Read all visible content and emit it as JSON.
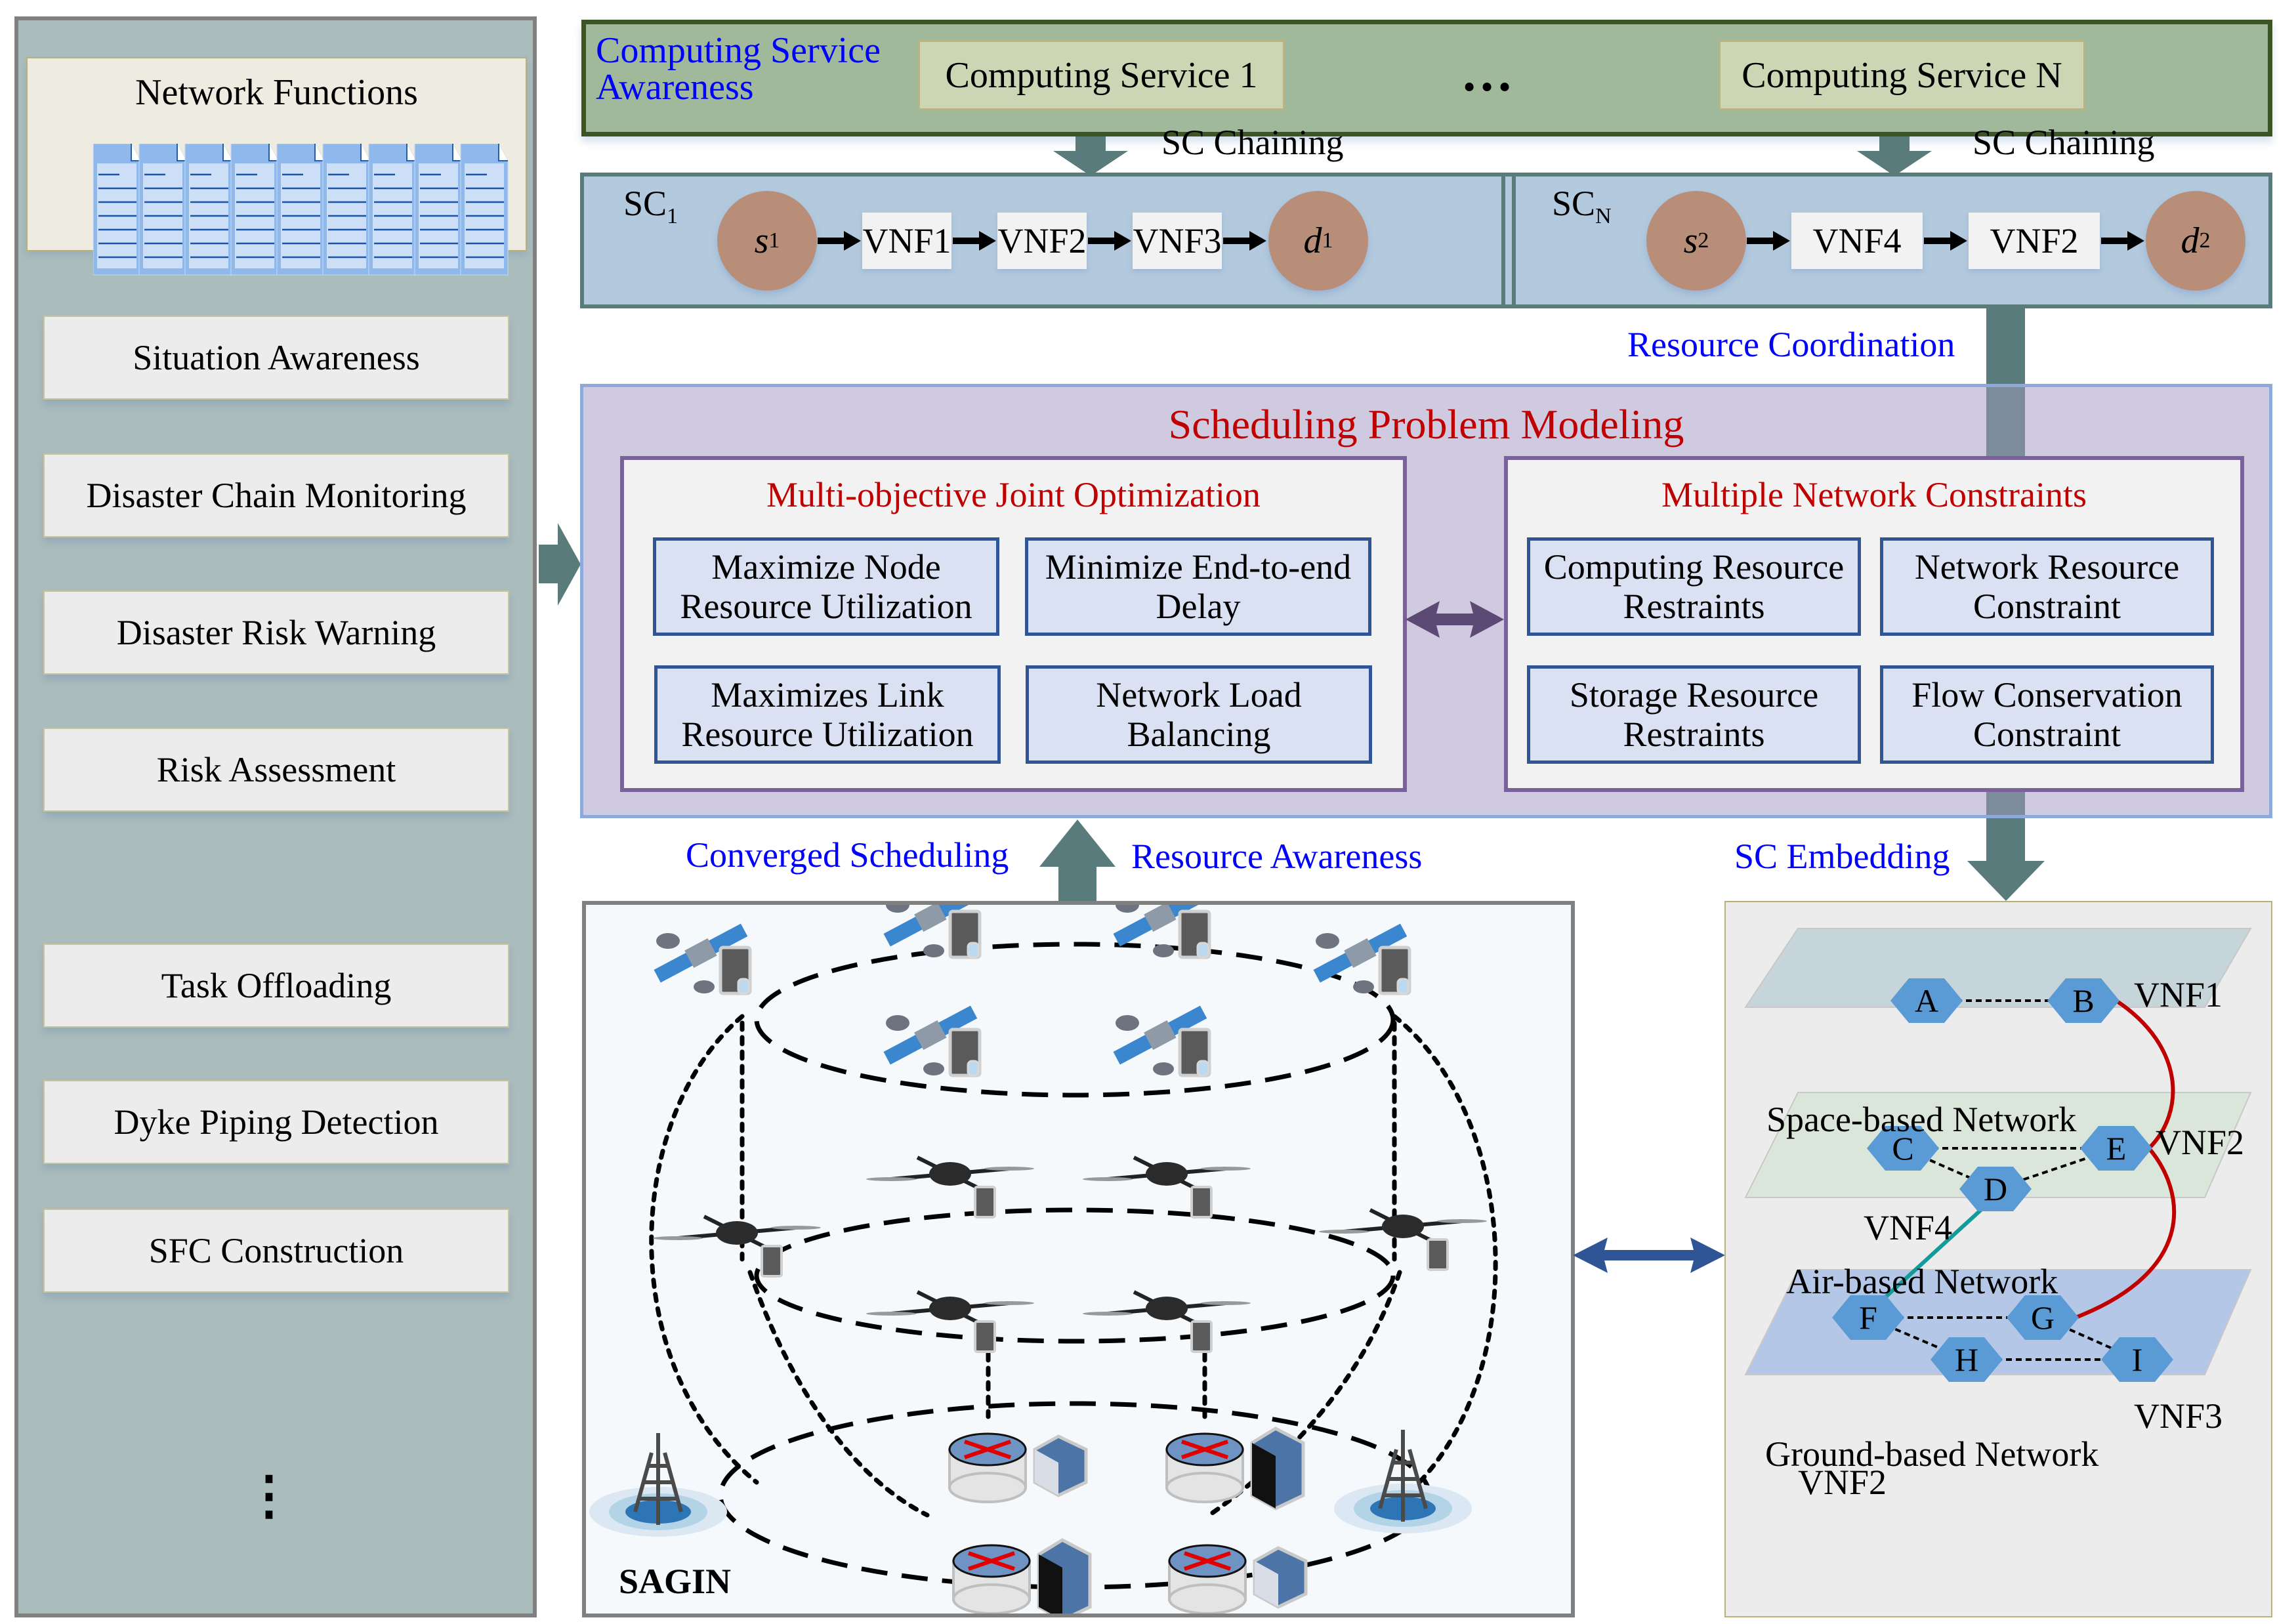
{
  "sidebar": {
    "title": "Network Functions",
    "doc_icon_count": 9,
    "items": [
      {
        "label": "Situation Awareness"
      },
      {
        "label": "Disaster Chain Monitoring"
      },
      {
        "label": "Disaster Risk Warning"
      },
      {
        "label": "Risk Assessment"
      },
      {
        "label": "Task Offloading"
      },
      {
        "label": "Dyke Piping Detection"
      },
      {
        "label": "SFC Construction"
      }
    ],
    "more": "⋮"
  },
  "header": {
    "label": "Computing Service Awareness",
    "services": [
      "Computing Service 1",
      "Computing Service N"
    ],
    "ellipsis": "…"
  },
  "arrows": {
    "sc_chaining_1": "SC Chaining",
    "sc_chaining_n": "SC Chaining",
    "resource_coordination": "Resource Coordination",
    "converged_scheduling": "Converged Scheduling",
    "resource_awareness": "Resource Awareness",
    "sc_embedding": "SC Embedding"
  },
  "service_chains": [
    {
      "name": "SC",
      "sub": "1",
      "source": {
        "base": "s",
        "sub": "1"
      },
      "vnfs": [
        "VNF1",
        "VNF2",
        "VNF3"
      ],
      "dest": {
        "base": "d",
        "sub": "1"
      }
    },
    {
      "name": "SC",
      "sub": "N",
      "source": {
        "base": "s",
        "sub": "2"
      },
      "vnfs": [
        "VNF4",
        "VNF2"
      ],
      "dest": {
        "base": "d",
        "sub": "2"
      }
    }
  ],
  "scheduling": {
    "title": "Scheduling Problem Modeling",
    "objectives": {
      "title": "Multi-objective Joint Optimization",
      "cells": [
        "Maximize Node Resource Utilization",
        "Minimize End-to-end Delay",
        "Maximizes Link Resource Utilization",
        "Network Load Balancing"
      ]
    },
    "constraints": {
      "title": "Multiple Network Constraints",
      "cells": [
        "Computing Resource Restraints",
        "Network Resource Constraint",
        "Storage Resource Restraints",
        "Flow Conservation Constraint"
      ]
    }
  },
  "sagin": {
    "label": "SAGIN",
    "satellites": 6,
    "drones": 6,
    "routers": 4,
    "towers": 2
  },
  "embedding": {
    "layers": [
      {
        "label": "Space-based Network",
        "nodes": [
          "A",
          "B"
        ]
      },
      {
        "label": "Air-based Network",
        "nodes": [
          "C",
          "D",
          "E"
        ]
      },
      {
        "label": "Ground-based Network",
        "nodes": [
          "F",
          "G",
          "H",
          "I"
        ]
      }
    ],
    "vnf_tags": {
      "B": "VNF1",
      "E": "VNF2",
      "D": "VNF4",
      "G": "VNF3",
      "F": "VNF2"
    }
  },
  "colors": {
    "teal_arrow": "#5a7b7b",
    "label_blue": "#0000ff",
    "title_red": "#c00000",
    "node_brown": "#b88e78",
    "hex_blue": "#5b9bd5",
    "sc1_path": "#c00000",
    "scn_path": "#139a9a",
    "double_arrow_purple": "#5c4a75",
    "double_arrow_blue": "#2f5597"
  }
}
